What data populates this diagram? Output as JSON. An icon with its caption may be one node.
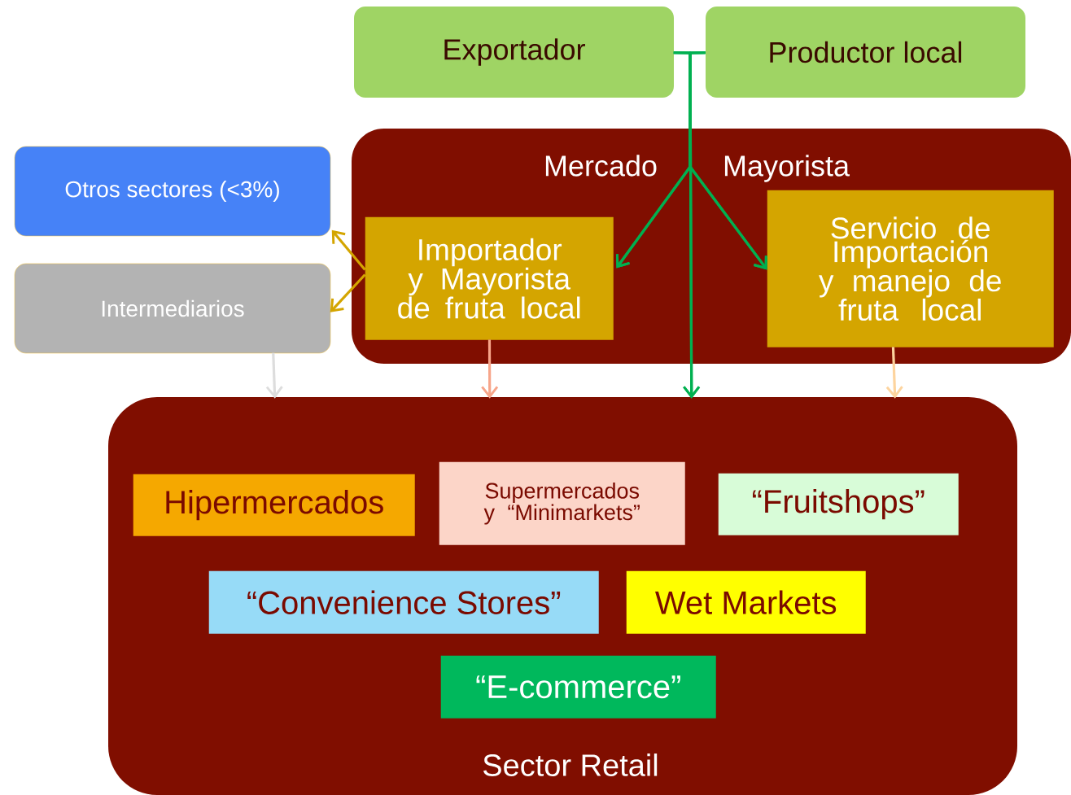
{
  "diagram": {
    "nodes": [
      {
        "text": [
          "Exportador"
        ]
      },
      {
        "text": [
          "Productor local"
        ]
      },
      {
        "text": [
          "Mercado Mayorista"
        ]
      },
      {
        "text": [
          "Otros sectores (<3%)"
        ]
      },
      {
        "text": [
          "Intermediarios"
        ]
      },
      {
        "text": [
          "Importador y Mayorista de fruta local"
        ],
        "in": 2
      },
      {
        "text": [
          "Servicio de Importación y manejo de fruta local"
        ],
        "in": 2
      },
      {
        "text": [
          "Sector Retail"
        ]
      },
      {
        "text": [
          "Hipermercados"
        ],
        "in": 7
      },
      {
        "text": [
          "Supermercados y “Minimarkets”"
        ],
        "in": 7
      },
      {
        "text": [
          "“Fruitshops”"
        ],
        "in": 7
      },
      {
        "text": [
          "“Convenience Stores”"
        ],
        "in": 7
      },
      {
        "text": [
          "Wet Markets"
        ],
        "in": 7
      },
      {
        "text": [
          "“E-commerce”"
        ],
        "in": 7
      }
    ],
    "edges": [
      {
        "from": 0,
        "to": 5,
        "arrow": "to"
      },
      {
        "from": 1,
        "to": 5,
        "arrow": "to"
      },
      {
        "from": 0,
        "to": 6,
        "arrow": "to"
      },
      {
        "from": 1,
        "to": 6,
        "arrow": "to"
      },
      {
        "from": 0,
        "to": 7,
        "arrow": "to"
      },
      {
        "from": 1,
        "to": 7,
        "arrow": "to"
      },
      {
        "from": 5,
        "to": 3,
        "arrow": "to",
        "color": "#d4a500"
      },
      {
        "from": 5,
        "to": 4,
        "arrow": "to",
        "color": "#d4a500"
      },
      {
        "from": 4,
        "to": 7,
        "arrow": "to",
        "color": "#dddddd"
      },
      {
        "from": 5,
        "to": 7,
        "arrow": "to",
        "color": "#f7a58a"
      },
      {
        "from": 6,
        "to": 7,
        "arrow": "to",
        "color": "#fdd49e"
      }
    ]
  }
}
